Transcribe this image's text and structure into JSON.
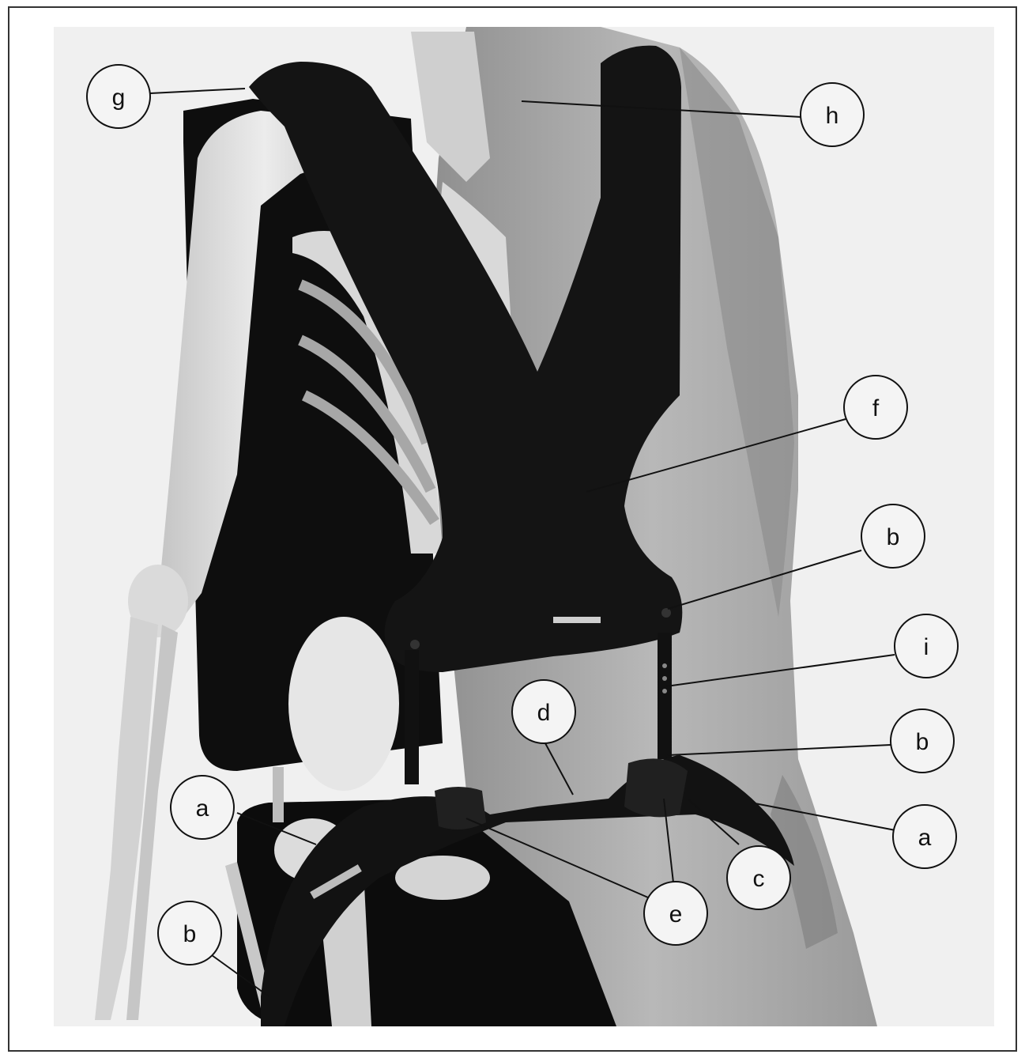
{
  "figure": {
    "callouts": {
      "g": "g",
      "h": "h",
      "f": "f",
      "b1": "b",
      "i": "i",
      "d": "d",
      "b2": "b",
      "a1": "a",
      "a2": "a",
      "c": "c",
      "e": "e",
      "b3": "b"
    },
    "colors": {
      "background": "#f0f0f0",
      "bone": "#d6d6d6",
      "skin": "#a9a9a9",
      "harness": "#141414",
      "seat": "#0e0e0e"
    }
  }
}
